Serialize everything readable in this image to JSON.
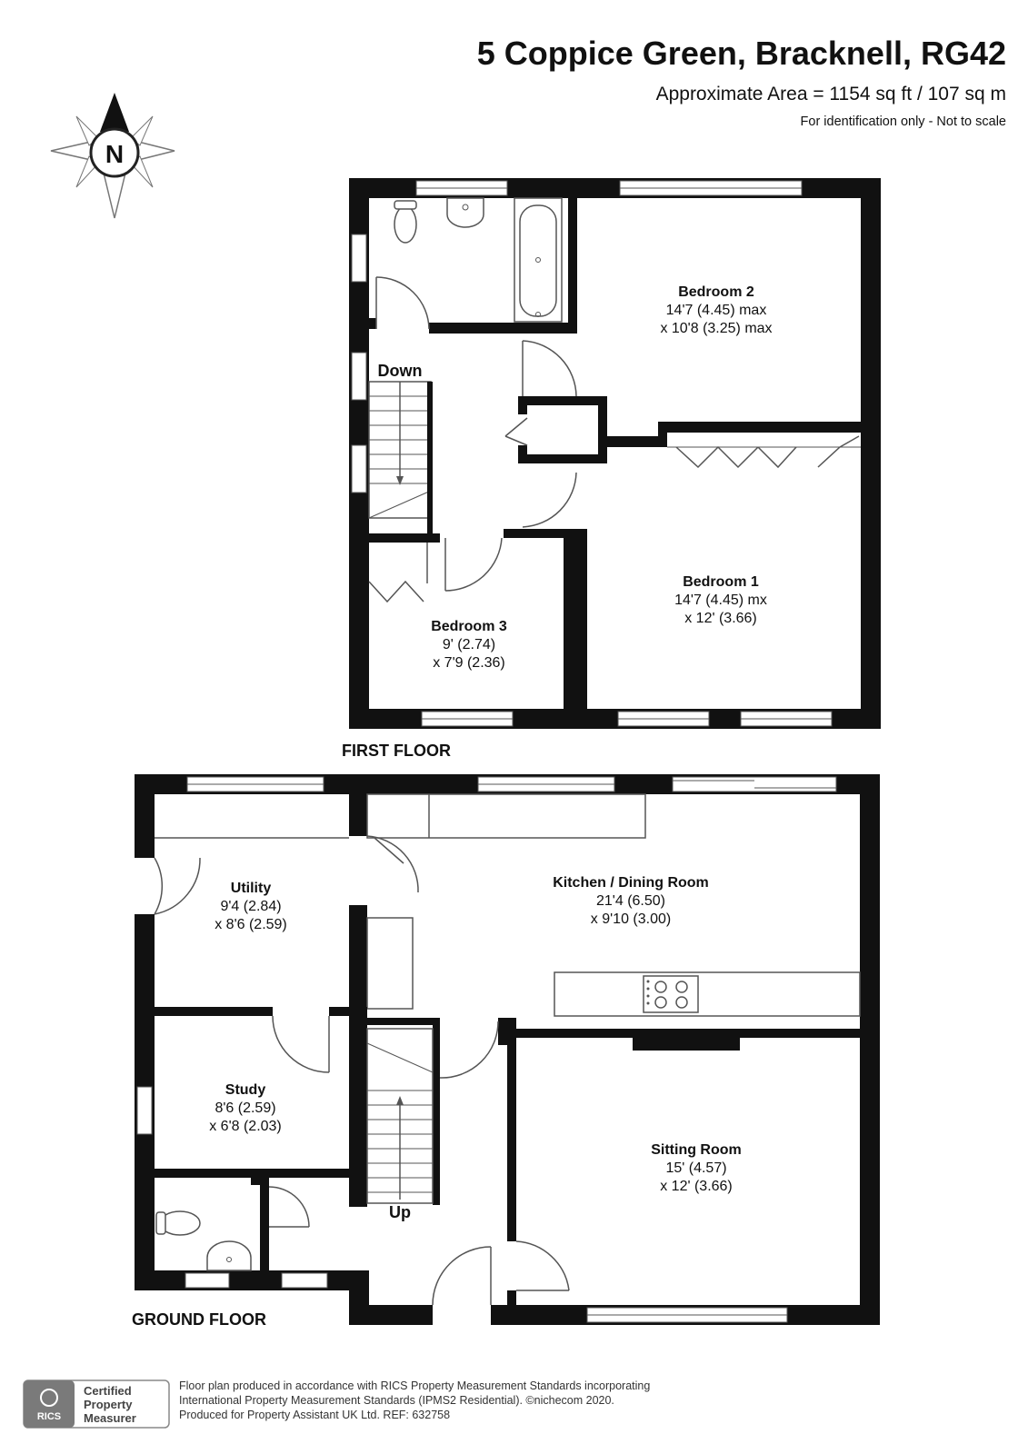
{
  "header": {
    "address": "5 Coppice Green, Bracknell, RG42",
    "area": "Approximate Area = 1154 sq ft / 107 sq m",
    "note": "For identification only - Not to scale"
  },
  "compass": {
    "letter": "N"
  },
  "first_floor": {
    "label": "FIRST FLOOR",
    "stairs_label": "Down",
    "rooms": [
      {
        "name": "Bedroom 2",
        "dim1": "14'7 (4.45) max",
        "dim2": "x 10'8 (3.25) max"
      },
      {
        "name": "Bedroom 1",
        "dim1": "14'7 (4.45) mx",
        "dim2": "x 12' (3.66)"
      },
      {
        "name": "Bedroom 3",
        "dim1": "9' (2.74)",
        "dim2": "x 7'9 (2.36)"
      }
    ]
  },
  "ground_floor": {
    "label": "GROUND FLOOR",
    "stairs_label": "Up",
    "rooms": [
      {
        "name": "Utility",
        "dim1": "9'4 (2.84)",
        "dim2": "x 8'6 (2.59)"
      },
      {
        "name": "Kitchen / Dining Room",
        "dim1": "21'4 (6.50)",
        "dim2": "x 9'10 (3.00)"
      },
      {
        "name": "Study",
        "dim1": "8'6 (2.59)",
        "dim2": "x 6'8 (2.03)"
      },
      {
        "name": "Sitting Room",
        "dim1": "15' (4.57)",
        "dim2": "x 12' (3.66)"
      }
    ]
  },
  "footer": {
    "badge_line1": "Certified",
    "badge_line2": "Property",
    "badge_line3": "Measurer",
    "badge_logo": "RICS",
    "line1": "Floor plan produced in accordance with RICS Property Measurement Standards incorporating",
    "line2": "International Property Measurement Standards (IPMS2 Residential).  ©nichecom 2020.",
    "line3": "Produced for Property Assistant UK Ltd.   REF:  632758"
  },
  "colors": {
    "wall": "#111111",
    "window": "#ffffff",
    "line": "#555555"
  }
}
